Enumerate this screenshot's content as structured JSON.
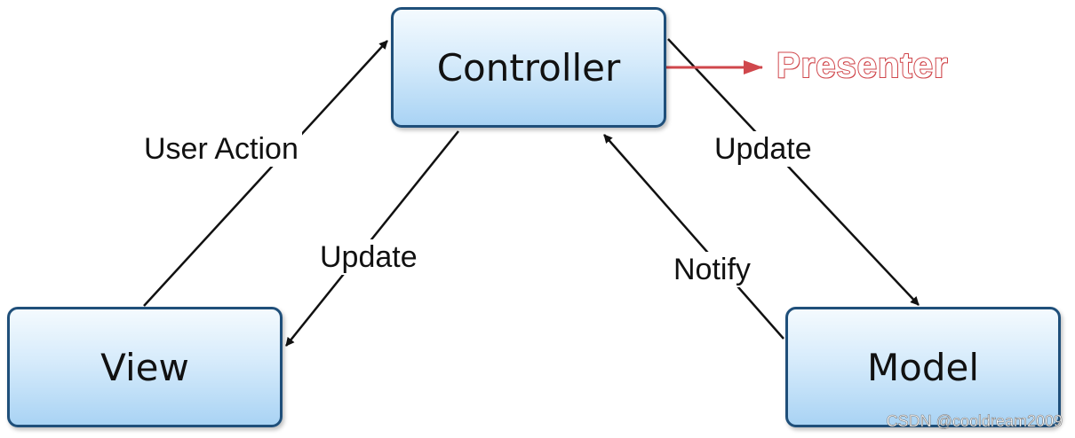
{
  "diagram": {
    "nodes": {
      "controller": "Controller",
      "view": "View",
      "model": "Model"
    },
    "edges": {
      "user_action": "User Action",
      "update_view": "Update",
      "update_model": "Update",
      "notify": "Notify"
    },
    "annotation": {
      "presenter": "Presenter",
      "color": "#d0474c"
    },
    "colors": {
      "box_border": "#1f4f7a",
      "box_fill_top": "#f4fafe",
      "box_fill_bottom": "#a9d3f4",
      "arrow": "#111111"
    }
  },
  "watermark": "CSDN @cooldream2009"
}
